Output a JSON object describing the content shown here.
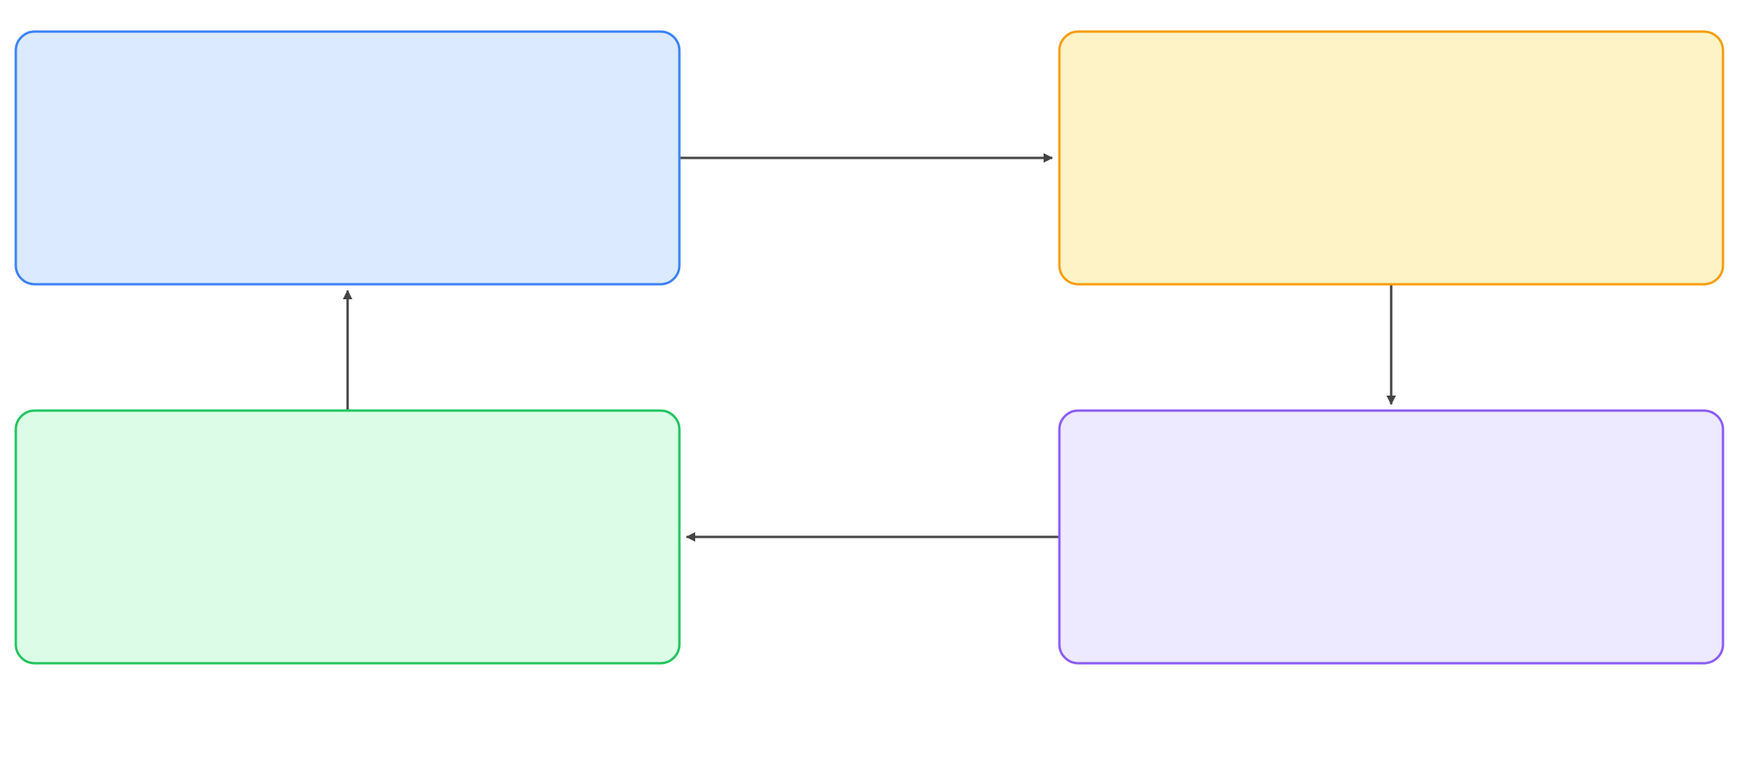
{
  "diagram": {
    "nodes": [
      {
        "id": "node-top-left",
        "label": "",
        "fill": "#dbeafe",
        "stroke": "#3b82f6"
      },
      {
        "id": "node-top-right",
        "label": "",
        "fill": "#fef3c7",
        "stroke": "#f59e0b"
      },
      {
        "id": "node-bottom-right",
        "label": "",
        "fill": "#ede9fe",
        "stroke": "#8b5cf6"
      },
      {
        "id": "node-bottom-left",
        "label": "",
        "fill": "#dcfce7",
        "stroke": "#22c55e"
      }
    ],
    "edges": [
      {
        "from": "node-top-left",
        "to": "node-top-right",
        "label": ""
      },
      {
        "from": "node-top-right",
        "to": "node-bottom-right",
        "label": ""
      },
      {
        "from": "node-bottom-right",
        "to": "node-bottom-left",
        "label": ""
      },
      {
        "from": "node-bottom-left",
        "to": "node-top-left",
        "label": ""
      }
    ],
    "edge_color": "#444444"
  }
}
